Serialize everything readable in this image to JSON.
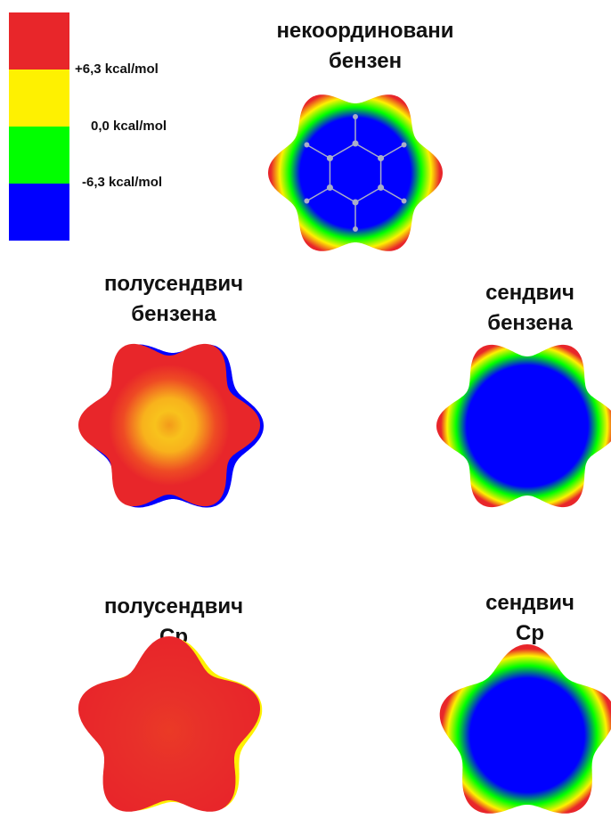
{
  "legend": {
    "colors": [
      "#e8262a",
      "#fef101",
      "#01ff00",
      "#0000ff"
    ],
    "labels": [
      "+6,3 kcal/mol",
      "0,0 kcal/mol",
      "-6,3 kcal/mol"
    ]
  },
  "panels": {
    "uncoordinated": {
      "line1": "некоординовани",
      "line2": "бензен"
    },
    "half_sandwich_benzene": {
      "line1": "полусендвич",
      "line2": "бензена"
    },
    "sandwich_benzene": {
      "line1": "сендвич",
      "line2": "бензена"
    },
    "half_sandwich_cp": {
      "line1": "полусендвич",
      "line2": "Cp"
    },
    "sandwich_cp": {
      "line1": "сендвич",
      "line2": "Cp"
    }
  },
  "colors": {
    "red": "#e8262a",
    "orange": "#f5a81a",
    "yellow": "#fef101",
    "green": "#01ff00",
    "blue": "#0000ff",
    "bond": "#a8aec8"
  }
}
